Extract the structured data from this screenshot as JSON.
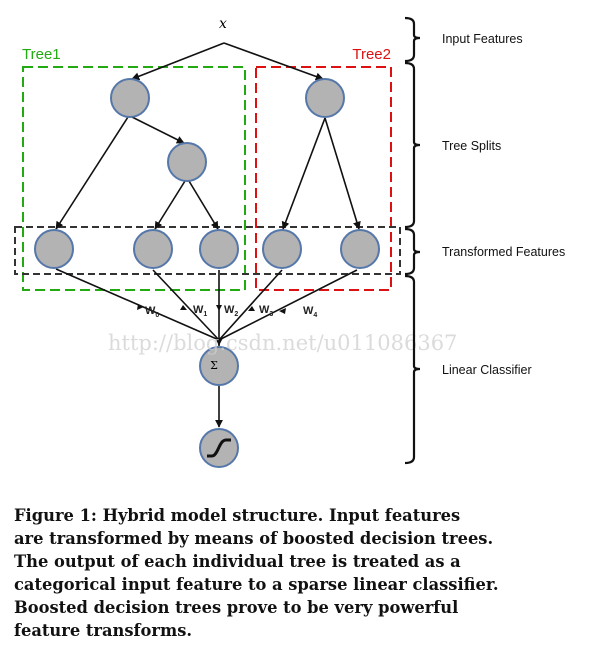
{
  "input_label": "x",
  "trees": [
    {
      "label": "Tree1",
      "color": "#22aa11"
    },
    {
      "label": "Tree2",
      "color": "#dd1111"
    }
  ],
  "weights": [
    "W0",
    "W1",
    "W2",
    "W3",
    "W4"
  ],
  "sum_symbol": "Σ",
  "layers": [
    "Input Features",
    "Tree Splits",
    "Transformed Features",
    "Linear Classifier"
  ],
  "watermark": "http://blog.csdn.net/u011086367",
  "caption_lines": [
    "Figure 1: Hybrid model structure. Input features",
    "are transformed by means of boosted decision trees.",
    "The output of each individual tree is treated as a",
    "categorical input feature to a sparse linear classifier.",
    "Boosted decision trees prove to be very powerful",
    "feature transforms."
  ],
  "colors": {
    "node_fill": "#b3b3b3",
    "node_stroke": "#5577aa",
    "transformed_box": "#333333"
  }
}
